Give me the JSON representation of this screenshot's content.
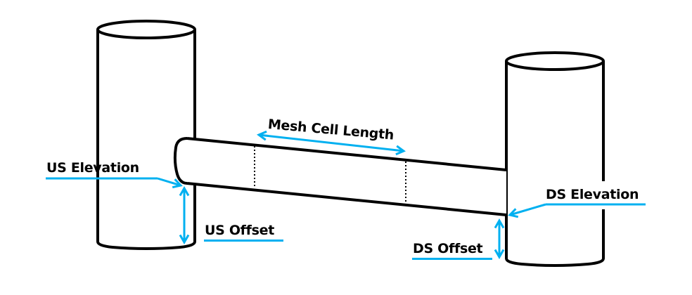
{
  "colors": {
    "outline": "#000000",
    "annotation": "#00b0f0",
    "background": "#ffffff"
  },
  "labels": {
    "mesh_cell_length": "Mesh Cell Length",
    "us_elevation": "US Elevation",
    "us_offset": "US Offset",
    "ds_elevation": "DS Elevation",
    "ds_offset": "DS Offset"
  }
}
